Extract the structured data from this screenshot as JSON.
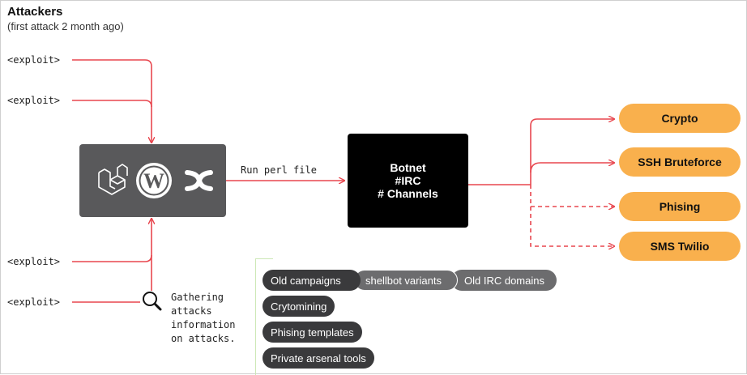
{
  "header": {
    "title": "Attackers",
    "subtitle": "(first attack 2 month ago)"
  },
  "exploits": [
    "<exploit>",
    "<exploit>",
    "<exploit>",
    "<exploit>"
  ],
  "cms_box": {
    "icons": [
      "laravel-icon",
      "wordpress-icon",
      "confluence-icon"
    ]
  },
  "run_label": "Run perl file",
  "botnet": {
    "line1": "Botnet",
    "line2": "#IRC",
    "line3": "# Channels"
  },
  "targets": [
    {
      "label": "Crypto",
      "style": "solid"
    },
    {
      "label": "SSH Bruteforce",
      "style": "solid"
    },
    {
      "label": "Phising",
      "style": "dashed"
    },
    {
      "label": "SMS Twilio",
      "style": "dashed"
    }
  ],
  "gather": {
    "icon": "magnifier-icon",
    "line1": "Gathering",
    "line2": "attacks",
    "line3": "information",
    "line4": "on attacks."
  },
  "tags": {
    "row1": [
      "Old campaigns",
      "shellbot variants",
      "Old IRC domains"
    ],
    "row2": "Crytomining",
    "row3": "Phising templates",
    "row4": "Private arsenal tools"
  },
  "colors": {
    "wire": "#e8474f",
    "orange": "#f9b04d",
    "cms_box": "#59595b",
    "botnet_box": "#000000"
  }
}
